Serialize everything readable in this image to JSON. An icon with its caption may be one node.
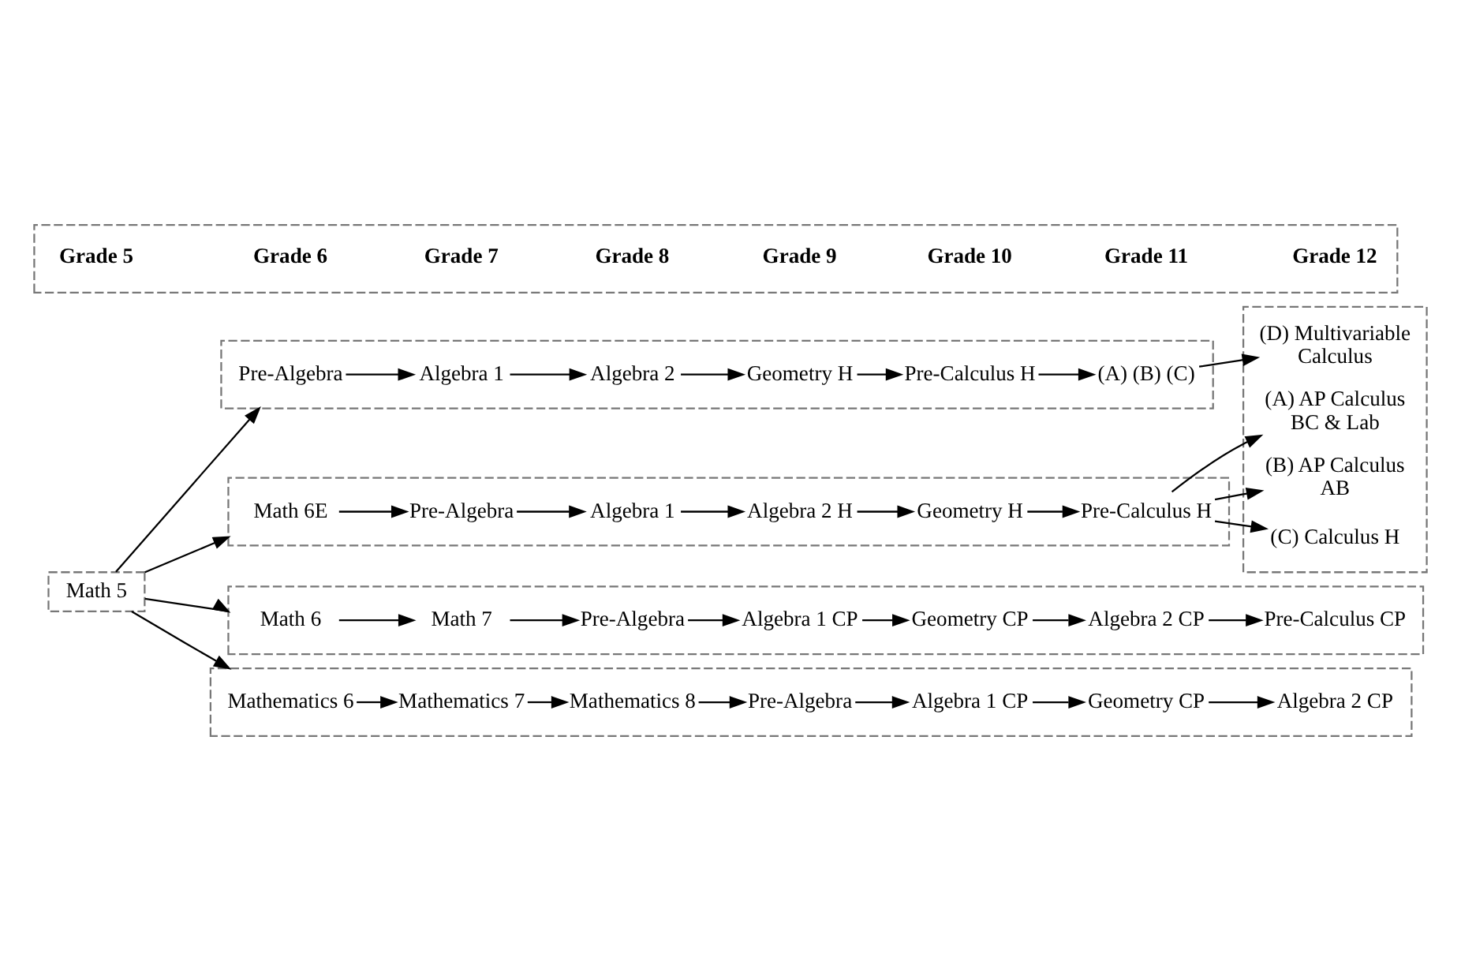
{
  "diagram": {
    "nodes": [
      {
        "text": [
          "Grade 5",
          "Grade 6",
          "Grade 7",
          "Grade 8",
          "Grade 9",
          "Grade 10",
          "Grade 11",
          "Grade 12"
        ]
      },
      {
        "text": [
          "Math 5"
        ]
      },
      {
        "text": [],
        "shape": "box"
      },
      {
        "text": [
          "Pre-Algebra"
        ],
        "in": 2
      },
      {
        "text": [
          "Algebra 1"
        ],
        "in": 2
      },
      {
        "text": [
          "Algebra 2"
        ],
        "in": 2
      },
      {
        "text": [
          "Geometry H"
        ],
        "in": 2
      },
      {
        "text": [
          "Pre-Calculus H"
        ],
        "in": 2
      },
      {
        "text": [
          "(A) (B) (C)"
        ],
        "in": 2
      },
      {
        "text": [],
        "shape": "box"
      },
      {
        "text": [
          "(D) Multivariable Calculus"
        ],
        "in": 9
      },
      {
        "text": [
          "(A) AP Calculus BC & Lab"
        ],
        "in": 9
      },
      {
        "text": [
          "(B) AP Calculus AB"
        ],
        "in": 9
      },
      {
        "text": [
          "(C) Calculus H"
        ],
        "in": 9
      },
      {
        "text": [],
        "shape": "box"
      },
      {
        "text": [
          "Math 6E"
        ],
        "in": 14
      },
      {
        "text": [
          "Pre-Algebra"
        ],
        "in": 14
      },
      {
        "text": [
          "Algebra 1"
        ],
        "in": 14
      },
      {
        "text": [
          "Algebra 2 H"
        ],
        "in": 14
      },
      {
        "text": [
          "Geometry H"
        ],
        "in": 14
      },
      {
        "text": [
          "Pre-Calculus H"
        ],
        "in": 14
      },
      {
        "text": [],
        "shape": "box"
      },
      {
        "text": [
          "Math 6"
        ],
        "in": 21
      },
      {
        "text": [
          "Math 7"
        ],
        "in": 21
      },
      {
        "text": [
          "Pre-Algebra"
        ],
        "in": 21
      },
      {
        "text": [
          "Algebra 1 CP"
        ],
        "in": 21
      },
      {
        "text": [
          "Geometry CP"
        ],
        "in": 21
      },
      {
        "text": [
          "Algebra 2 CP"
        ],
        "in": 21
      },
      {
        "text": [
          "Pre-Calculus CP"
        ],
        "in": 21
      },
      {
        "text": [],
        "shape": "box"
      },
      {
        "text": [
          "Mathematics 6"
        ],
        "in": 29
      },
      {
        "text": [
          "Mathematics 7"
        ],
        "in": 29
      },
      {
        "text": [
          "Mathematics 8"
        ],
        "in": 29
      },
      {
        "text": [
          "Pre-Algebra"
        ],
        "in": 29
      },
      {
        "text": [
          "Algebra 1 CP"
        ],
        "in": 29
      },
      {
        "text": [
          "Geometry CP"
        ],
        "in": 29
      },
      {
        "text": [
          "Algebra 2 CP"
        ],
        "in": 29
      }
    ],
    "edges": [
      {
        "from": 1,
        "to": 2,
        "arrow": "to"
      },
      {
        "from": 1,
        "to": 14,
        "arrow": "to"
      },
      {
        "from": 1,
        "to": 21,
        "arrow": "to"
      },
      {
        "from": 1,
        "to": 29,
        "arrow": "to"
      },
      {
        "from": 3,
        "to": 4,
        "arrow": "to"
      },
      {
        "from": 4,
        "to": 5,
        "arrow": "to"
      },
      {
        "from": 5,
        "to": 6,
        "arrow": "to"
      },
      {
        "from": 6,
        "to": 7,
        "arrow": "to"
      },
      {
        "from": 7,
        "to": 8,
        "arrow": "to"
      },
      {
        "from": 8,
        "to": 10,
        "arrow": "to"
      },
      {
        "from": 15,
        "to": 16,
        "arrow": "to"
      },
      {
        "from": 16,
        "to": 17,
        "arrow": "to"
      },
      {
        "from": 17,
        "to": 18,
        "arrow": "to"
      },
      {
        "from": 18,
        "to": 19,
        "arrow": "to"
      },
      {
        "from": 19,
        "to": 20,
        "arrow": "to"
      },
      {
        "from": 20,
        "to": 11,
        "arrow": "to"
      },
      {
        "from": 20,
        "to": 12,
        "arrow": "to"
      },
      {
        "from": 20,
        "to": 13,
        "arrow": "to"
      },
      {
        "from": 22,
        "to": 23,
        "arrow": "to"
      },
      {
        "from": 23,
        "to": 24,
        "arrow": "to"
      },
      {
        "from": 24,
        "to": 25,
        "arrow": "to"
      },
      {
        "from": 25,
        "to": 26,
        "arrow": "to"
      },
      {
        "from": 26,
        "to": 27,
        "arrow": "to"
      },
      {
        "from": 27,
        "to": 28,
        "arrow": "to"
      },
      {
        "from": 30,
        "to": 31,
        "arrow": "to"
      },
      {
        "from": 31,
        "to": 32,
        "arrow": "to"
      },
      {
        "from": 32,
        "to": 33,
        "arrow": "to"
      },
      {
        "from": 33,
        "to": 34,
        "arrow": "to"
      },
      {
        "from": 34,
        "to": 35,
        "arrow": "to"
      },
      {
        "from": 35,
        "to": 36,
        "arrow": "to"
      }
    ]
  }
}
